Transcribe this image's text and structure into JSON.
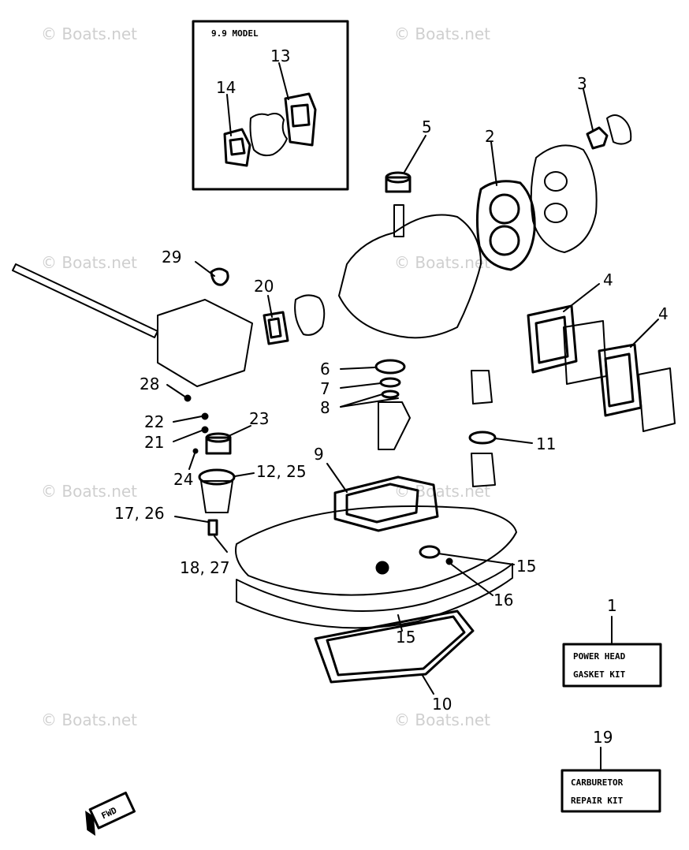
{
  "watermark": "© Boats.net",
  "inset_title": "9.9 MODEL",
  "callouts": {
    "c1": "1",
    "c2": "2",
    "c3": "3",
    "c4a": "4",
    "c4b": "4",
    "c5": "5",
    "c6": "6",
    "c7": "7",
    "c8": "8",
    "c9": "9",
    "c10": "10",
    "c11": "11",
    "c12_25": "12, 25",
    "c13": "13",
    "c14": "14",
    "c15a": "15",
    "c15b": "15",
    "c16": "16",
    "c17_26": "17, 26",
    "c18_27": "18, 27",
    "c19": "19",
    "c20": "20",
    "c21": "21",
    "c22": "22",
    "c23": "23",
    "c24": "24",
    "c28": "28",
    "c29": "29"
  },
  "kits": {
    "power_head_line1": "POWER HEAD",
    "power_head_line2": "GASKET KIT",
    "carburetor_line1": "CARBURETOR",
    "carburetor_line2": "REPAIR KIT"
  },
  "fwd_tag": "FWD"
}
